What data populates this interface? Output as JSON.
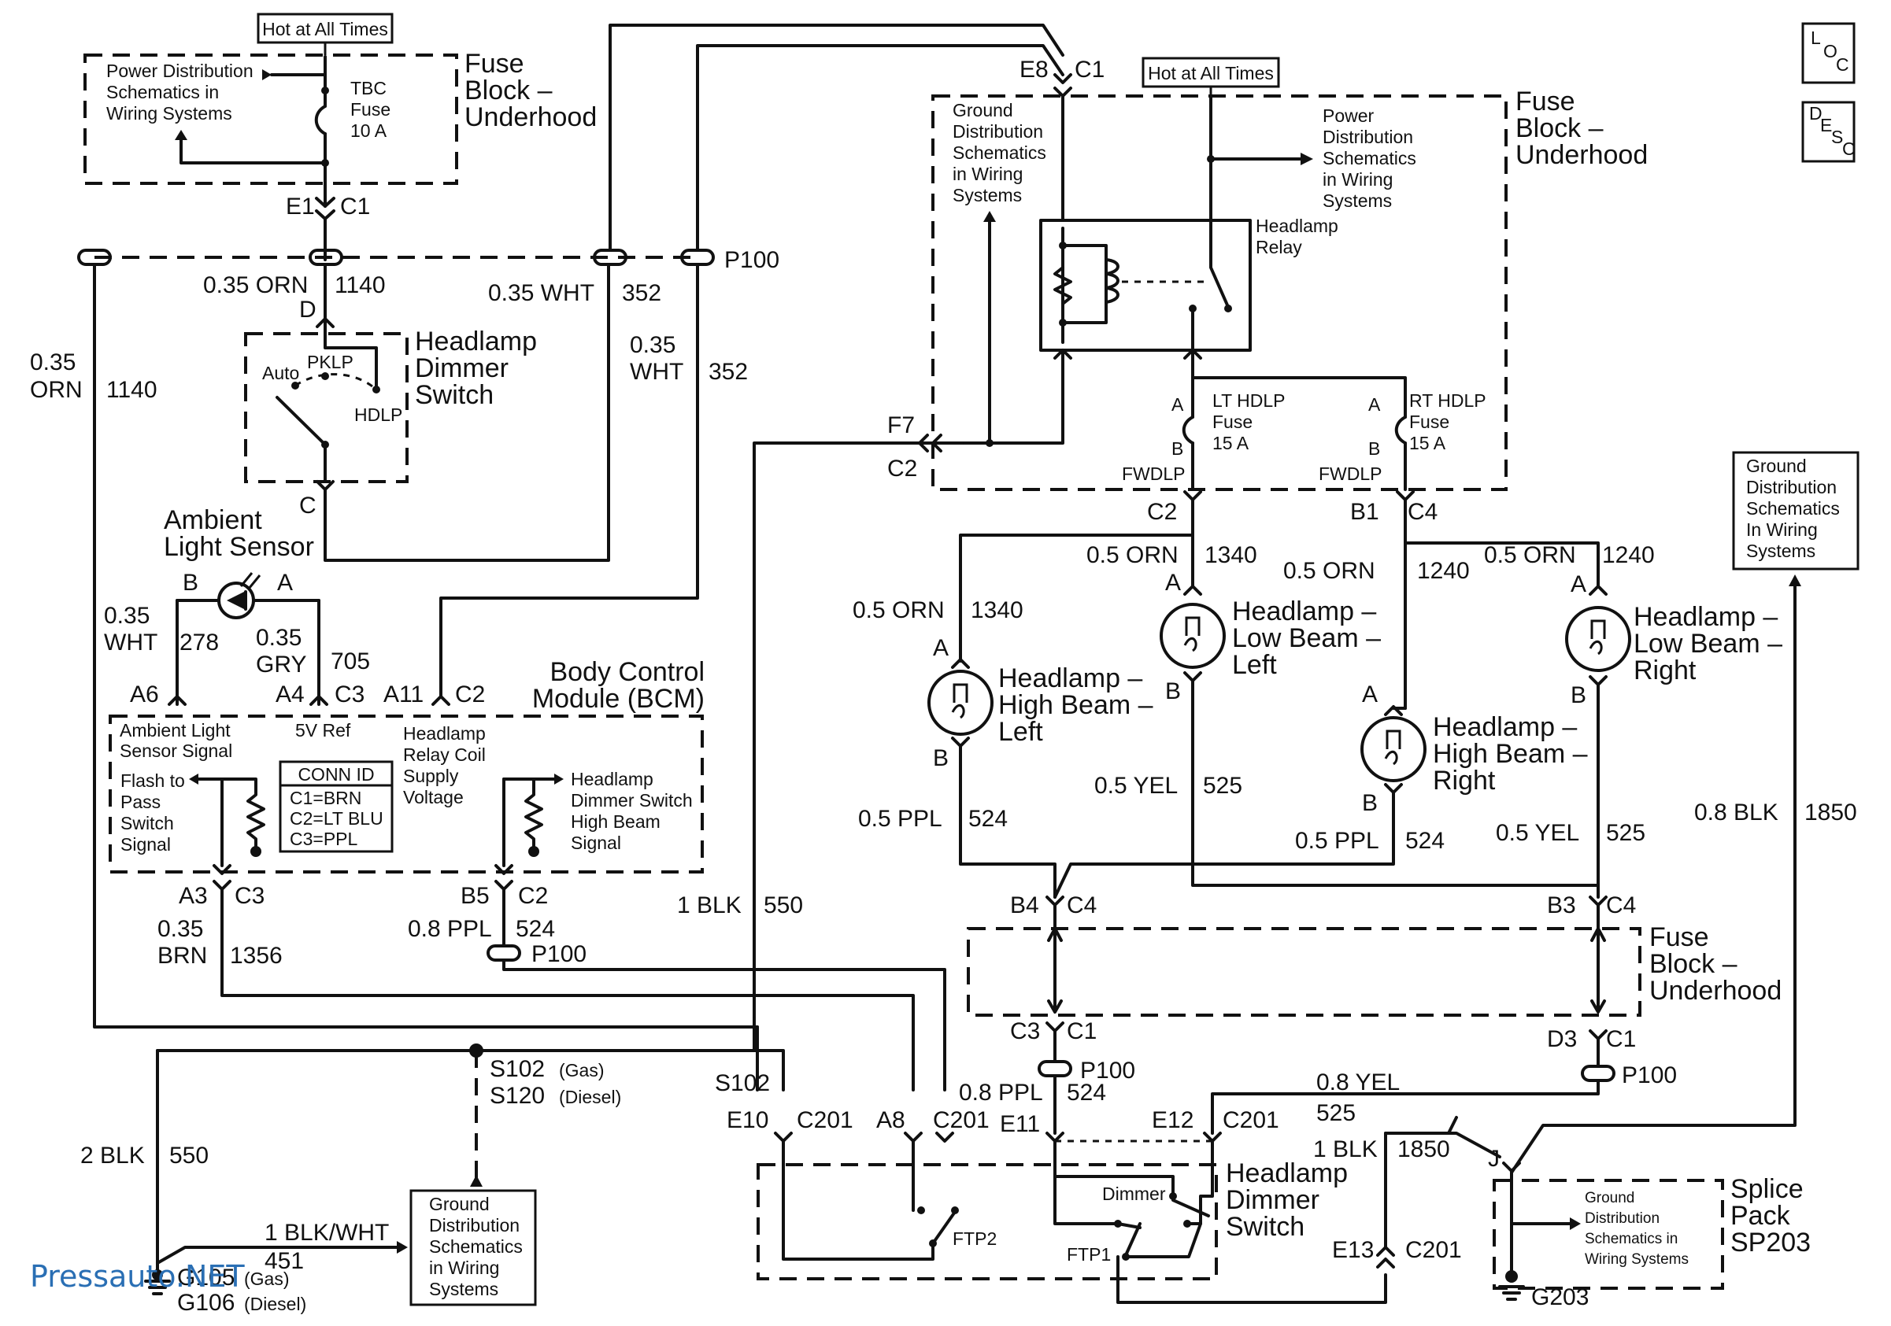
{
  "hot": "Hot at All Times",
  "fb_title": [
    "Fuse",
    "Block –",
    "Underhood"
  ],
  "pds": [
    "Power Distribution",
    "Schematics in",
    "Wiring Systems"
  ],
  "pds_r": [
    "Power",
    "Distribution",
    "Schematics",
    "in Wiring",
    "Systems"
  ],
  "gds_tr": [
    "Ground",
    "Distribution",
    "Schematics",
    "in Wiring",
    "Systems"
  ],
  "tbc": [
    "TBC",
    "Fuse",
    "10 A"
  ],
  "conn": {
    "e1": "E1",
    "c1": "C1",
    "e8": "E8",
    "f7": "F7",
    "c2": "C2",
    "c3": "C3",
    "c4": "C4",
    "b1": "B1",
    "b3": "B3",
    "b4": "B4",
    "d3": "D3",
    "a3": "A3",
    "a6": "A6",
    "a4": "A4",
    "a11": "A11",
    "b5": "B5",
    "p100": "P100",
    "e10": "E10",
    "a8": "A8",
    "e11": "E11",
    "e12": "E12",
    "e13": "E13",
    "c201": "C201",
    "j": "J",
    "d": "D",
    "c": "C",
    "a": "A",
    "b": "B",
    "s102": "S102",
    "s120": "S120",
    "g203": "G203",
    "g106": "G106"
  },
  "wires": {
    "orn035": "0.35 ORN",
    "c1140": "1140",
    "wht035": "0.35 WHT",
    "c352": "352",
    "wht035a": "0.35",
    "wht035b": "WHT",
    "orn035a": "0.35",
    "orn035b": "ORN",
    "c278": "278",
    "gry035a": "0.35",
    "gry035b": "GRY",
    "c705": "705",
    "brn035a": "0.35",
    "brn035b": "BRN",
    "c1356": "1356",
    "ppl08": "0.8 PPL",
    "c524": "524",
    "blk1": "1 BLK",
    "c550": "550",
    "blk2": "2 BLK",
    "blkwht1": "1 BLK/WHT",
    "c451": "451",
    "orn05": "0.5 ORN",
    "c1340": "1340",
    "c1240": "1240",
    "ppl05": "0.5 PPL",
    "yel05": "0.5 YEL",
    "c525": "525",
    "blk08": "0.8 BLK",
    "c1850": "1850",
    "yel08": "0.8 YEL"
  },
  "sw": {
    "title": [
      "Headlamp",
      "Dimmer",
      "Switch"
    ],
    "auto": "Auto",
    "pklp": "PKLP",
    "hdlp": "HDLP"
  },
  "als": [
    "Ambient",
    "Light Sensor"
  ],
  "bcm": {
    "title": [
      "Body Control",
      "Module (BCM)"
    ],
    "sig": [
      "Ambient Light",
      "Sensor Signal"
    ],
    "ref": "5V Ref",
    "coil": [
      "Headlamp",
      "Relay Coil",
      "Supply",
      "Voltage"
    ],
    "ftp": [
      "Flash to",
      "Pass",
      "Switch",
      "Signal"
    ],
    "hb": [
      "Headlamp",
      "Dimmer Switch",
      "High Beam",
      "Signal"
    ],
    "connid": "CONN ID",
    "conns": [
      "C1=BRN",
      "C2=LT BLU",
      "C3=PPL"
    ]
  },
  "relay": [
    "Headlamp",
    "Relay"
  ],
  "lt_fuse": [
    "LT HDLP",
    "Fuse",
    "15 A"
  ],
  "rt_fuse": [
    "RT HDLP",
    "Fuse",
    "15 A"
  ],
  "fwdlp": "FWDLP",
  "lamps": {
    "hbl": [
      "Headlamp –",
      "High Beam –",
      "Left"
    ],
    "lbl": [
      "Headlamp –",
      "Low Beam –",
      "Left"
    ],
    "hbr": [
      "Headlamp –",
      "High Beam –",
      "Right"
    ],
    "lbr": [
      "Headlamp –",
      "Low Beam –",
      "Right"
    ]
  },
  "gds_r": [
    "Ground",
    "Distribution",
    "Schematics",
    "In Wiring",
    "Systems"
  ],
  "s102_gas": "(Gas)",
  "s120_diesel": "(Diesel)",
  "gds_b": [
    "Ground",
    "Distribution",
    "Schematics",
    "in Wiring",
    "Systems"
  ],
  "g_diesel": "(Diesel)",
  "g_gas": "(Gas)",
  "g_num": "G105",
  "sw2": {
    "title": [
      "Headlamp",
      "Dimmer",
      "Switch"
    ],
    "dimmer": "Dimmer",
    "ftp1": "FTP1",
    "ftp2": "FTP2"
  },
  "splice": {
    "title": [
      "Splice",
      "Pack",
      "SP203"
    ],
    "gds": [
      "Ground",
      "Distribution",
      "Schematics in",
      "Wiring Systems"
    ]
  },
  "loc": [
    "L",
    "O",
    "C"
  ],
  "desc": [
    "D",
    "E",
    "S",
    "C"
  ],
  "watermark": "Pressauto.NET"
}
